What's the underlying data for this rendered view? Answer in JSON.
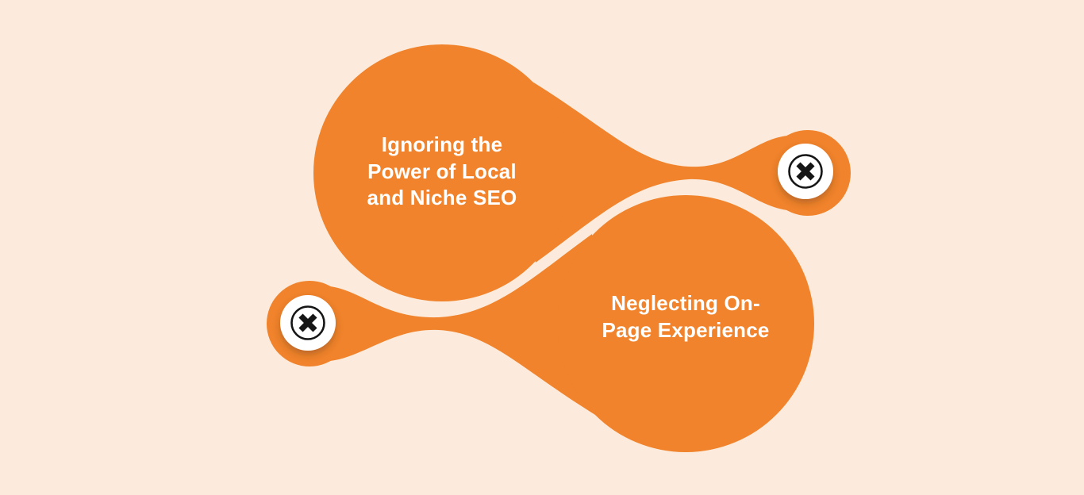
{
  "canvas": {
    "background_color": "#fcebdc",
    "blob_color": "#f0832b",
    "badge_color": "#ffffff",
    "icon_color": "#161616",
    "text_color": "#ffffff"
  },
  "blobs": [
    {
      "id": "local-niche-seo",
      "label": "Ignoring the Power of Local and Niche SEO",
      "label_lines": [
        "Ignoring the",
        "Power of Local",
        "and Niche SEO"
      ],
      "icon": "circle-x-icon"
    },
    {
      "id": "on-page-experience",
      "label": "Neglecting On-Page Experience",
      "label_lines": [
        "Neglecting On-",
        "Page Experience"
      ],
      "icon": "circle-x-icon"
    }
  ]
}
